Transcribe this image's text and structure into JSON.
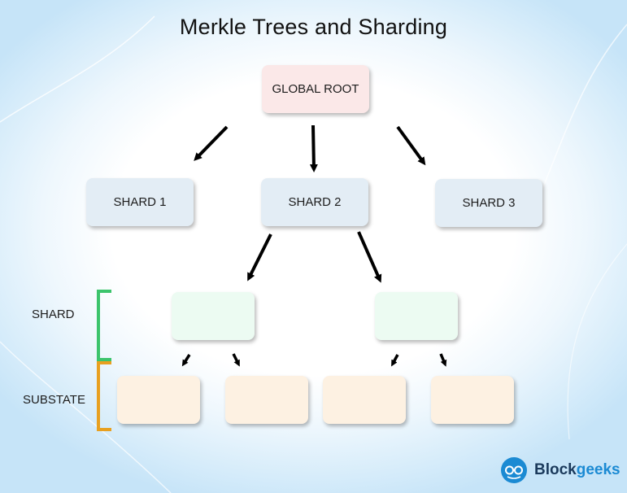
{
  "title": "Merkle Trees and Sharding",
  "root": {
    "label": "GLOBAL ROOT"
  },
  "shards": [
    {
      "label": "SHARD 1"
    },
    {
      "label": "SHARD 2"
    },
    {
      "label": "SHARD 3"
    }
  ],
  "legend": {
    "shard_label": "SHARD",
    "substate_label": "SUBSTATE",
    "shard_bracket_color": "#3cc46c",
    "substate_bracket_color": "#e8a020"
  },
  "colors": {
    "root_fill": "#fbe8e8",
    "shard_fill": "#e3edf5",
    "leaf_shard_fill": "#ecfbf2",
    "substate_fill": "#fdf1e2",
    "arrow": "#000000"
  },
  "logo": {
    "icon": "nerd-glasses-icon",
    "text_a": "Block",
    "text_b": "geeks",
    "color_a": "#1b3a5c",
    "color_b": "#1b8ad3"
  }
}
